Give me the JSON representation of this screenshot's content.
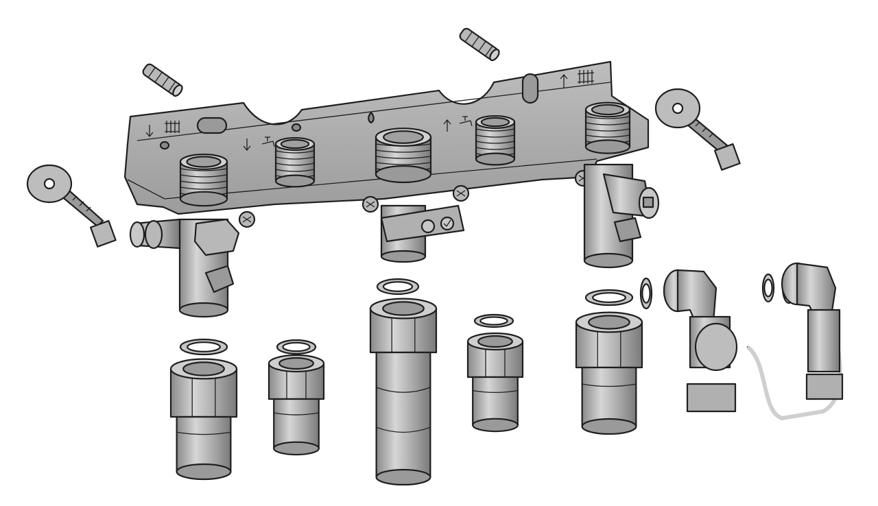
{
  "palette": {
    "metal": "#a8a8a8",
    "metal_light": "#d4d4d4",
    "metal_dark": "#7c7c7c",
    "ink": "#1e1e1e",
    "background": "#ffffff"
  },
  "icons": [
    "radiator-symbol-icon",
    "arrow-down-icon",
    "arrow-up-icon",
    "tap-icon",
    "flame-icon",
    "screw-head-icon",
    "wall-plug-icon",
    "valve-handle-icon"
  ],
  "exploded_view": {
    "mounting_plate_label_count": 0,
    "ports_on_plate": 5,
    "loose_connectors": 5,
    "washers_loose": 8,
    "wall_plugs": 2,
    "wood_screws_with_washer": 2,
    "valve_assemblies": 2
  }
}
